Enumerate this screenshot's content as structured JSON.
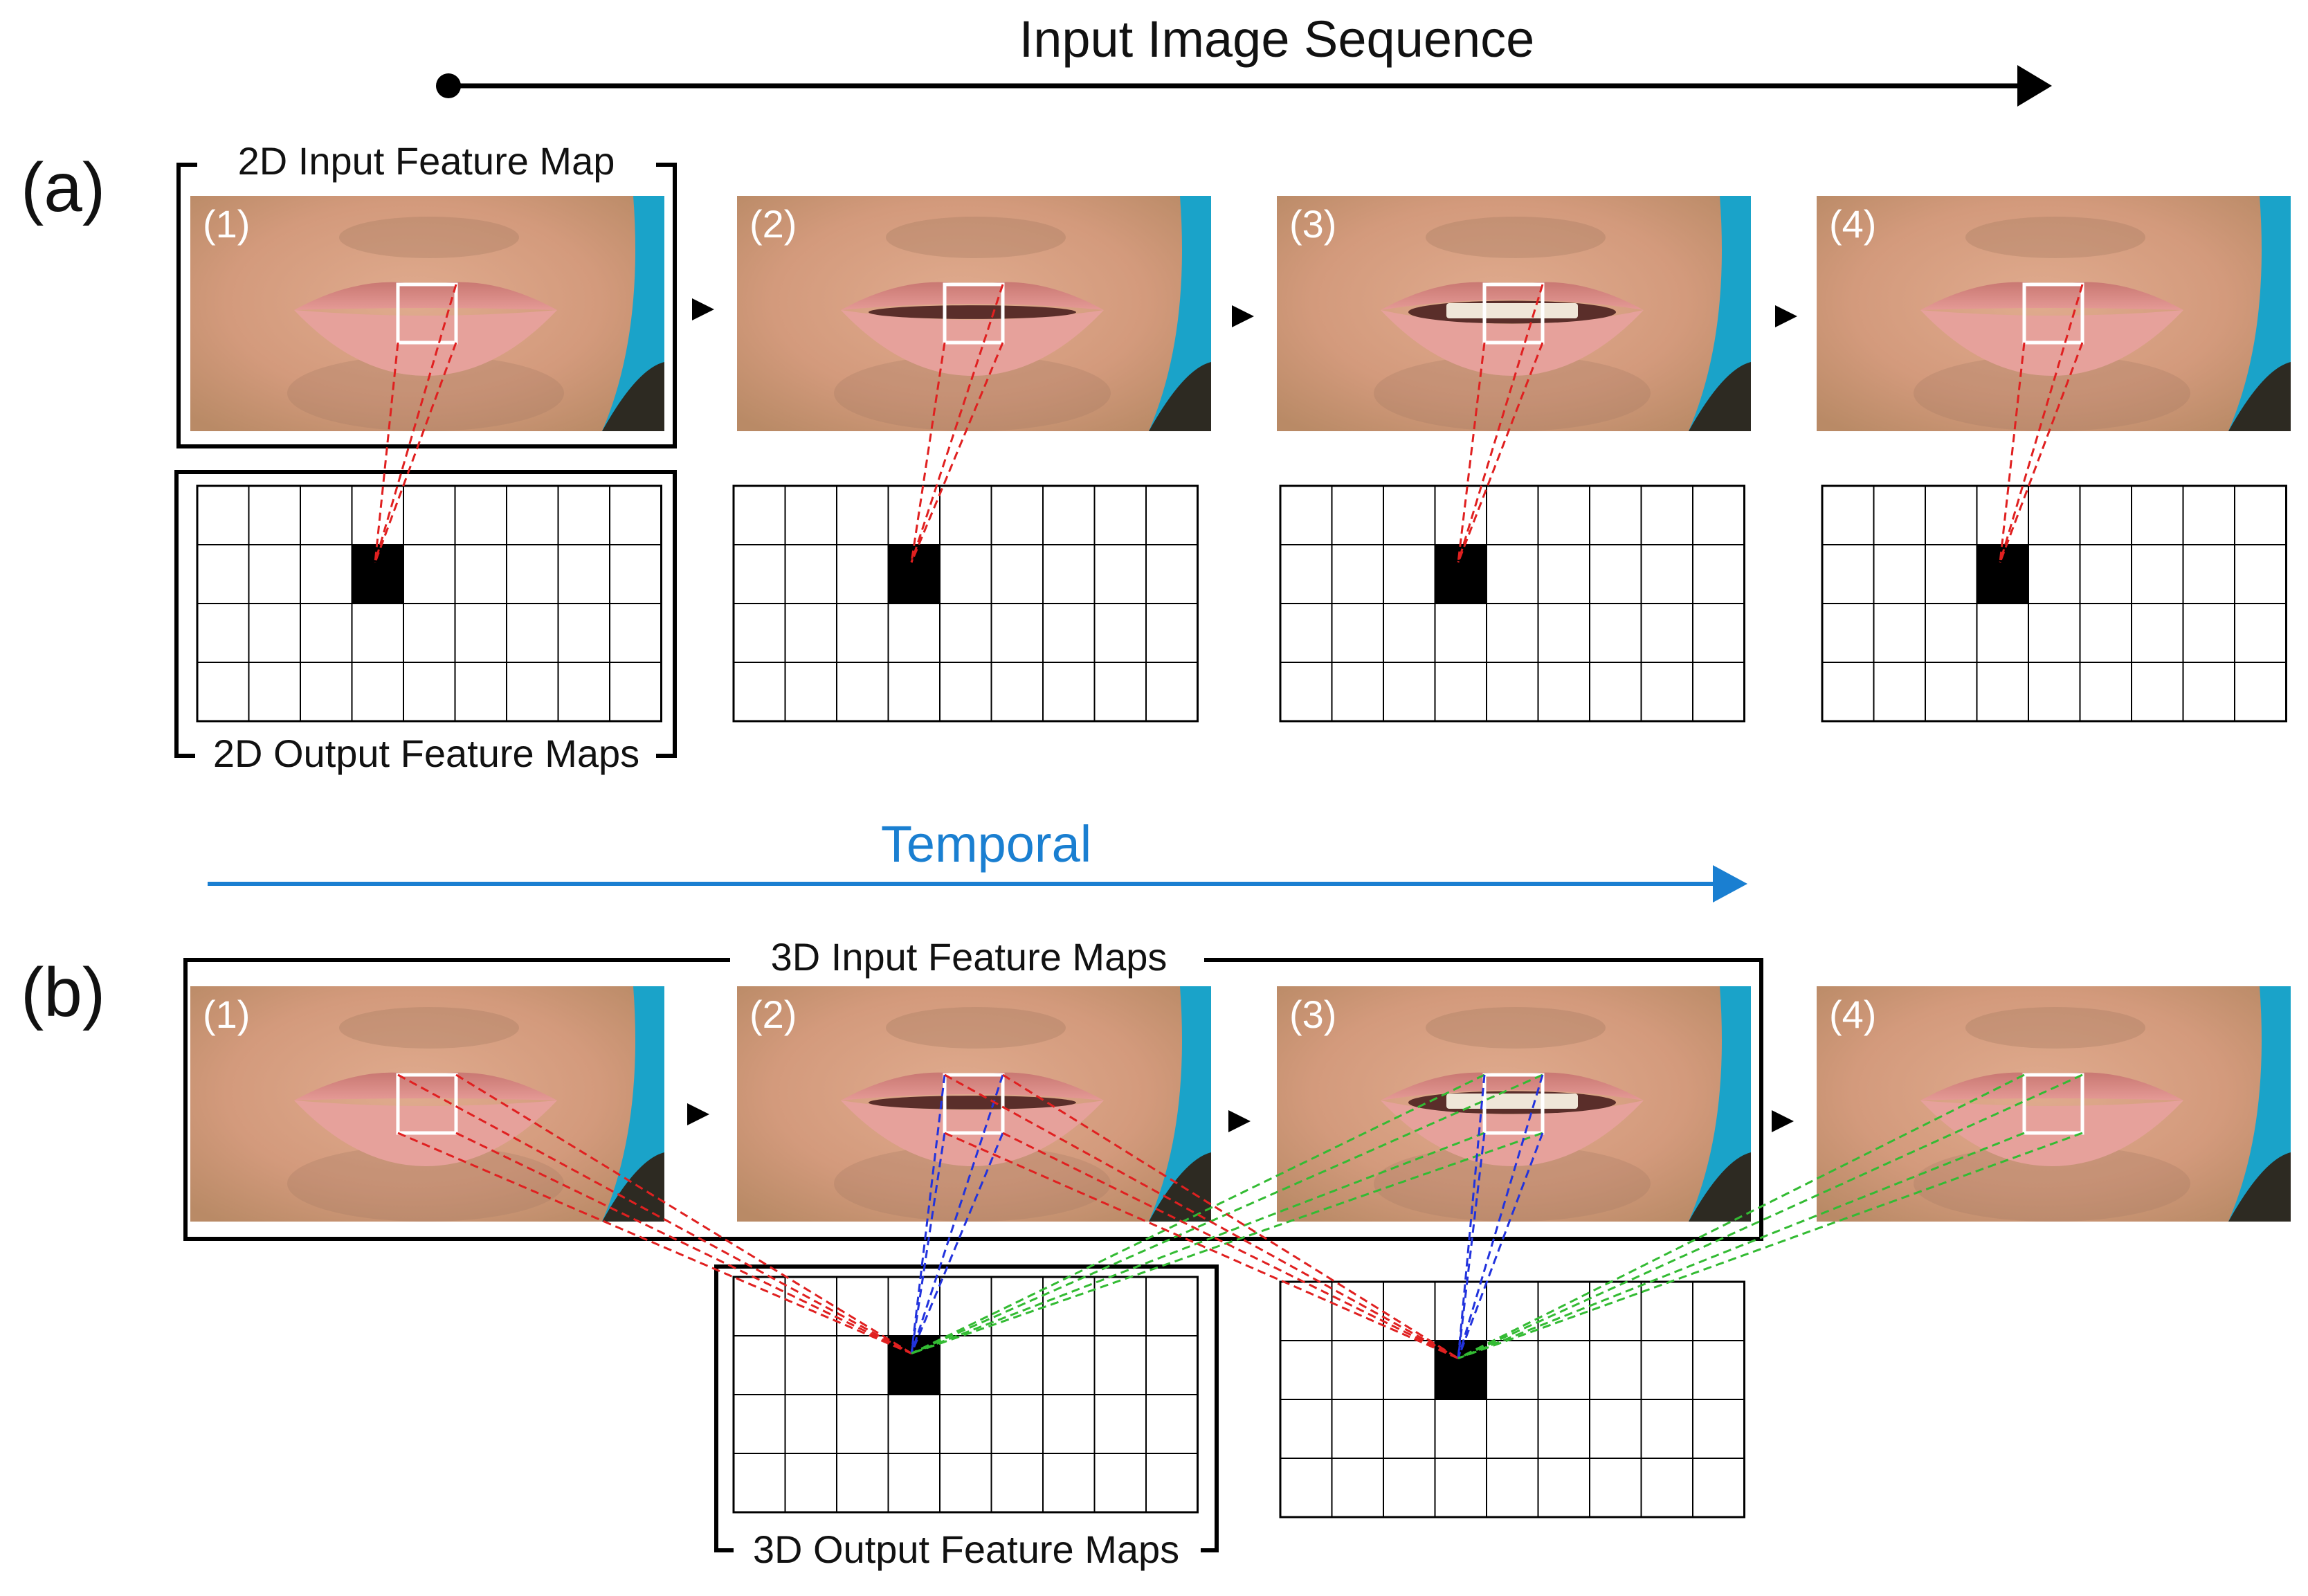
{
  "sequence_title": "Input Image Sequence",
  "temporal_label": "Temporal",
  "panels": {
    "a": {
      "label": "(a)",
      "input_group_label": "2D Input Feature Map",
      "output_group_label": "2D Output Feature Maps"
    },
    "b": {
      "label": "(b)",
      "input_group_label": "3D Input Feature Maps",
      "output_group_label": "3D Output Feature Maps"
    }
  },
  "frame_labels": [
    "(1)",
    "(2)",
    "(3)",
    "(4)"
  ],
  "colors": {
    "text": "#111111",
    "temporal": "#1a7fd1",
    "connector_frame1": "#e02020",
    "connector_frame2": "#2233dd",
    "connector_frame3": "#33bb33",
    "skin": "#d9a083",
    "lips": "#d88a86",
    "background_cyan": "#1aa3c9",
    "active_cell": "#000000"
  }
}
